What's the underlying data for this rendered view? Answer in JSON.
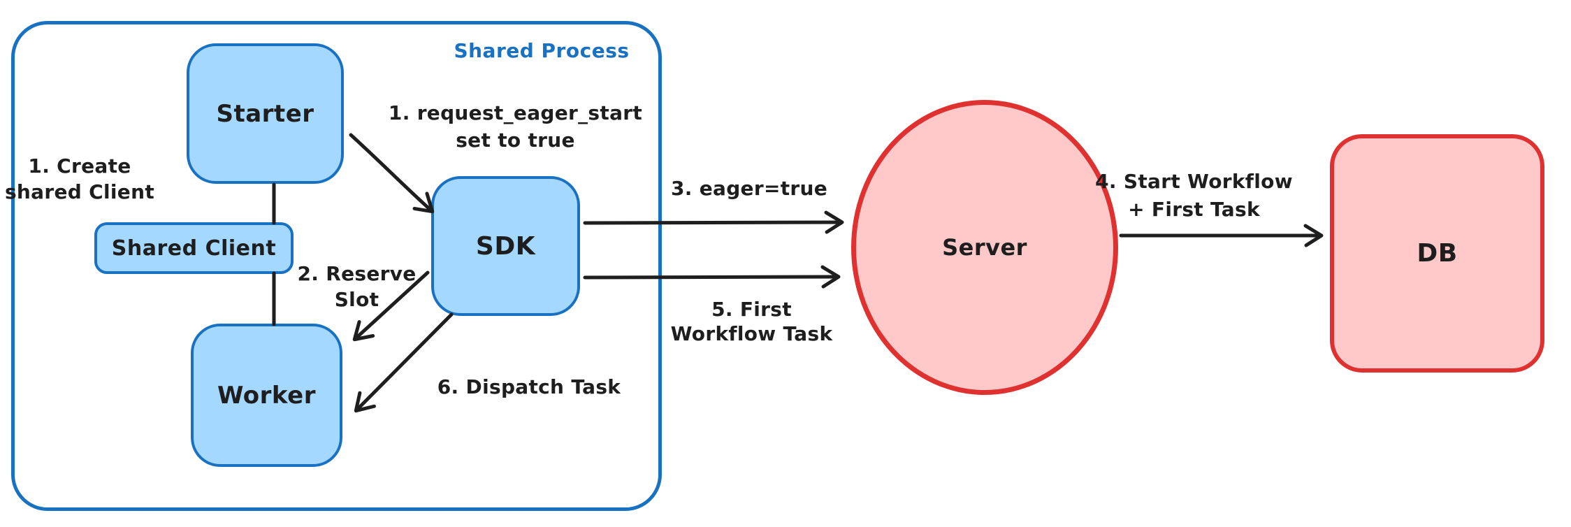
{
  "colors": {
    "blue_stroke": "#1971c2",
    "blue_fill": "#a5d8ff",
    "red_stroke": "#e03131",
    "red_fill": "#ffc9c9",
    "ink": "#1e1e1e",
    "background": "#ffffff"
  },
  "group": {
    "label": "Shared Process"
  },
  "nodes": {
    "starter": {
      "label": "Starter"
    },
    "shared_client": {
      "label": "Shared Client"
    },
    "worker": {
      "label": "Worker"
    },
    "sdk": {
      "label": "SDK"
    },
    "server": {
      "label": "Server"
    },
    "db": {
      "label": "DB"
    }
  },
  "annotations": {
    "create_shared_client": "1. Create\nshared Client",
    "request_eager_start": "1. request_eager_start\nset to true",
    "reserve_slot": "2. Reserve\nSlot",
    "eager_true": "3. eager=true",
    "start_workflow_first_task": "4. Start Workflow\n+ First Task",
    "first_workflow_task": "5. First\nWorkflow Task",
    "dispatch_task": "6. Dispatch Task"
  }
}
